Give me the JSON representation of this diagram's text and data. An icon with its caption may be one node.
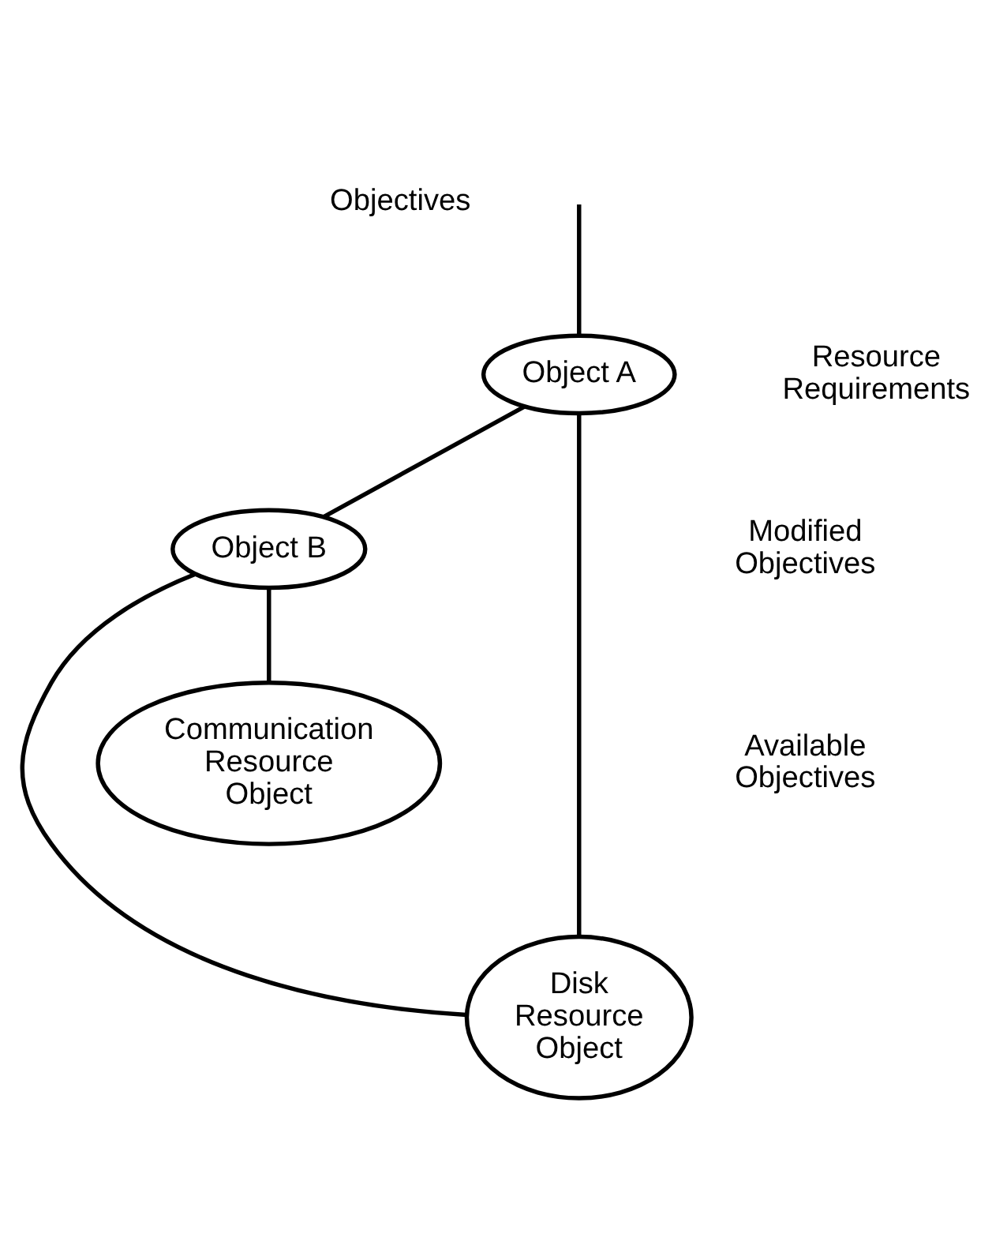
{
  "diagram": {
    "nodes": [
      {
        "text": [
          "Object A"
        ],
        "beside": [
          "Resource Requirements"
        ]
      },
      {
        "text": [
          "Object B"
        ]
      },
      {
        "text": [
          "Disk Resource Object"
        ]
      },
      {
        "text": [
          "Communication Resource Object"
        ]
      }
    ],
    "edges": [
      {
        "from": null,
        "to": 0,
        "arrow": "none"
      },
      {
        "from": 0,
        "to": 1,
        "arrow": "none"
      },
      {
        "from": 0,
        "to": 2,
        "arrow": "none"
      },
      {
        "from": 1,
        "to": 2,
        "arrow": "none"
      },
      {
        "from": 1,
        "to": 3,
        "arrow": "none"
      }
    ],
    "labels": [
      "Objectives",
      "Modified Objectives",
      "Available Objectives"
    ]
  }
}
